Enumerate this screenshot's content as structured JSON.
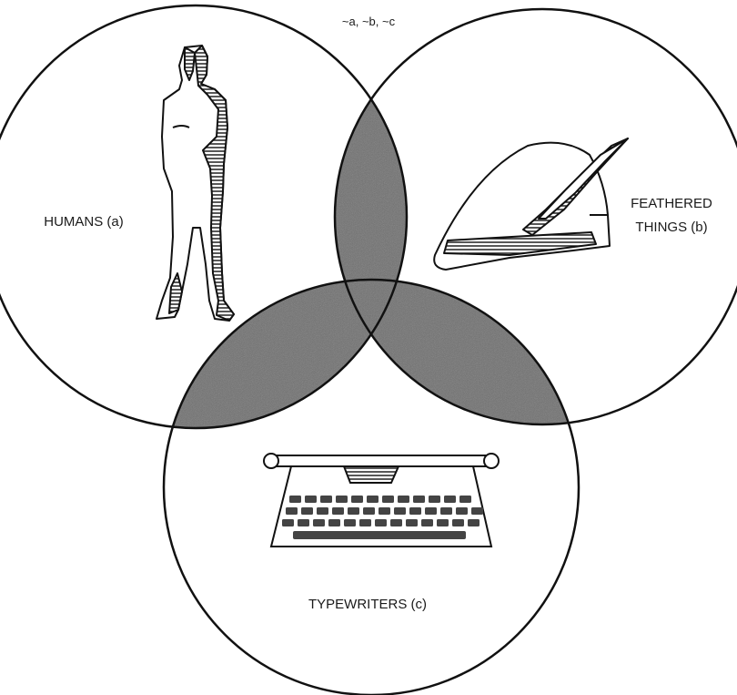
{
  "diagram": {
    "type": "venn-3",
    "top_label": "~a, ~b, ~c",
    "sets": [
      {
        "key": "a",
        "label": "HUMANS (a)",
        "icon": "human-figure-icon"
      },
      {
        "key": "b",
        "label_lines": [
          "FEATHERED",
          "THINGS (b)"
        ],
        "icon": "feathered-hat-icon"
      },
      {
        "key": "c",
        "label": "TYPEWRITERS (c)",
        "icon": "typewriter-icon"
      }
    ],
    "shaded_regions": [
      "a∩b",
      "a∩c",
      "b∩c"
    ],
    "colors": {
      "stroke": "#111111",
      "shade": "#6f6f6f",
      "background": "#ffffff"
    }
  }
}
